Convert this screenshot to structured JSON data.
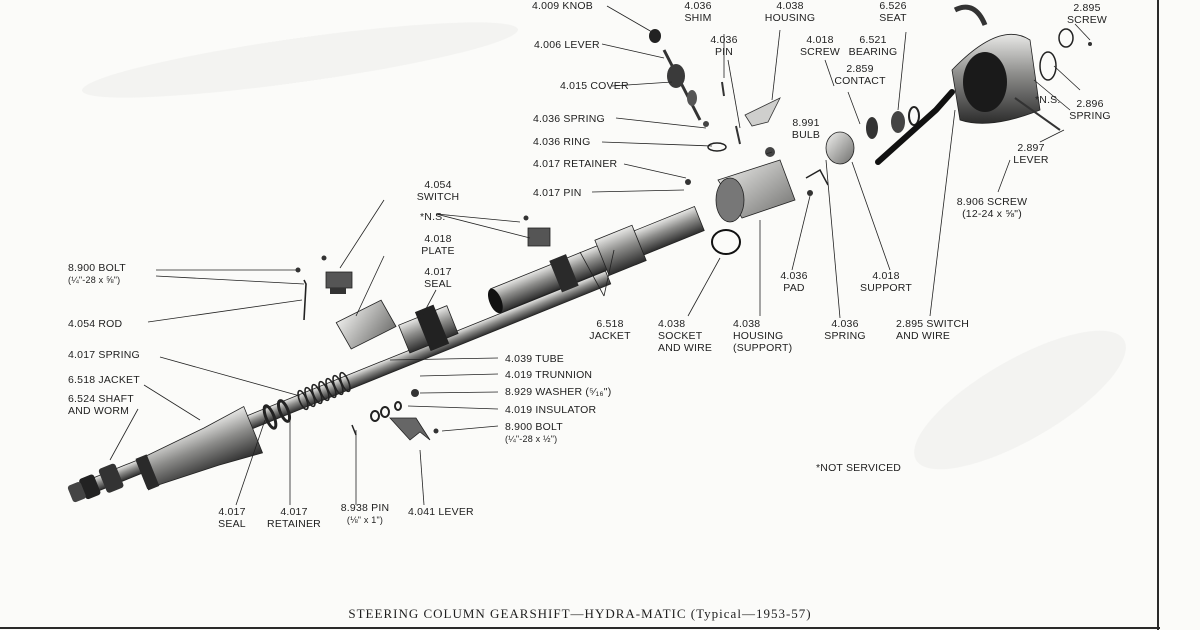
{
  "caption": "STEERING COLUMN GEARSHIFT—HYDRA-MATIC (Typical—1953-57)",
  "note": "*NOT SERVICED",
  "labels": {
    "knob": "4.009 KNOB",
    "shim_num": "4.036",
    "shim_name": "SHIM",
    "housing_top_num": "4.038",
    "housing_top_name": "HOUSING",
    "seat_num": "6.526",
    "seat_name": "SEAT",
    "screw_tr_num": "2.895",
    "screw_tr_name": "SCREW",
    "lever_top": "4.006 LEVER",
    "pin_top_num": "4.036",
    "pin_top_name": "PIN",
    "screw_mid_num": "4.018",
    "screw_mid_name": "SCREW",
    "bearing_num": "6.521",
    "bearing_name": "BEARING",
    "contact_num": "2.859",
    "contact_name": "CONTACT",
    "cover": "4.015 COVER",
    "ns_right": "*N.S.",
    "spring_right_num": "2.896",
    "spring_right_name": "SPRING",
    "spring_top": "4.036 SPRING",
    "bulb_num": "8.991",
    "bulb_name": "BULB",
    "ring": "4.036 RING",
    "retainer_top": "4.017 RETAINER",
    "lever_right_num": "2.897",
    "lever_right_name": "LEVER",
    "pin_mid": "4.017 PIN",
    "switch_num": "4.054",
    "switch_name": "SWITCH",
    "screw_large": "8.906 SCREW",
    "screw_large_spec": "(12-24 x ⅝\")",
    "ns_mid": "*N.S.",
    "plate_num": "4.018",
    "plate_name": "PLATE",
    "bolt_left": "8.900 BOLT",
    "bolt_left_spec": "(¼\"-28 x ⅝\")",
    "seal_mid_num": "4.017",
    "seal_mid_name": "SEAL",
    "pad_num": "4.036",
    "pad_name": "PAD",
    "support_num": "4.018",
    "support_name": "SUPPORT",
    "rod": "4.054 ROD",
    "jacket_mid_num": "6.518",
    "jacket_mid_name": "JACKET",
    "socket_num": "4.038",
    "socket_l2": "SOCKET",
    "socket_l3": "AND WIRE",
    "housing_sup_num": "4.038",
    "housing_sup_l2": "HOUSING",
    "housing_sup_l3": "(SUPPORT)",
    "spring_b_num": "4.036",
    "spring_b_name": "SPRING",
    "switch_wire_num": "2.895 SWITCH",
    "switch_wire_name": "AND WIRE",
    "spring_left": "4.017 SPRING",
    "tube": "4.039 TUBE",
    "jacket_left": "6.518 JACKET",
    "trunnion": "4.019 TRUNNION",
    "shaft_l1": "6.524 SHAFT",
    "shaft_l2": "AND WORM",
    "washer": "8.929 WASHER (⁵⁄₁₆\")",
    "insulator": "4.019 INSULATOR",
    "bolt_bottom": "8.900 BOLT",
    "bolt_bottom_spec": "(¼\"-28 x ½\")",
    "seal_bottom_num": "4.017",
    "seal_bottom_name": "SEAL",
    "retainer_bottom_num": "4.017",
    "retainer_bottom_name": "RETAINER",
    "pin_bottom_num": "8.938 PIN",
    "pin_bottom_spec": "(⅛\" x 1\")",
    "lever_bottom": "4.041 LEVER"
  }
}
